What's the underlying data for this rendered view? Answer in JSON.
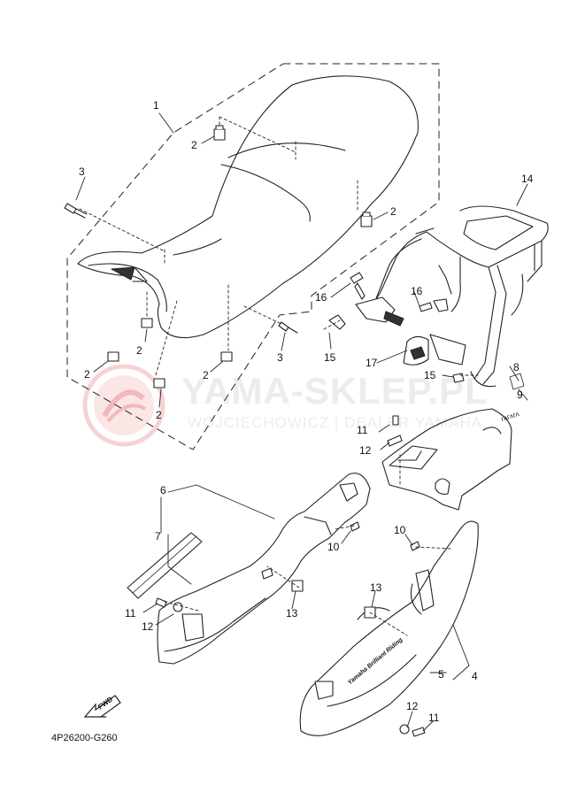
{
  "watermark": {
    "brand": "YAMA-SKLEP.PL",
    "dealer": "WOJCIECHOWICZ | DEALER YAMAHA"
  },
  "drawing_code": "4P26200-G260",
  "fwd_label": "FWD",
  "side_cover_print": "Yamaha Brilliant Riding",
  "callouts": [
    {
      "id": "c1",
      "text": "1"
    },
    {
      "id": "c2a",
      "text": "2"
    },
    {
      "id": "c2b",
      "text": "2"
    },
    {
      "id": "c2c",
      "text": "2"
    },
    {
      "id": "c2d",
      "text": "2"
    },
    {
      "id": "c2e",
      "text": "2"
    },
    {
      "id": "c2f",
      "text": "2"
    },
    {
      "id": "c3a",
      "text": "3"
    },
    {
      "id": "c3b",
      "text": "3"
    },
    {
      "id": "c14",
      "text": "14"
    },
    {
      "id": "c16a",
      "text": "16"
    },
    {
      "id": "c16b",
      "text": "16"
    },
    {
      "id": "c15a",
      "text": "15"
    },
    {
      "id": "c15b",
      "text": "15"
    },
    {
      "id": "c17",
      "text": "17"
    },
    {
      "id": "c8",
      "text": "8"
    },
    {
      "id": "c9",
      "text": "9"
    },
    {
      "id": "c11a",
      "text": "11"
    },
    {
      "id": "c12a",
      "text": "12"
    },
    {
      "id": "c6",
      "text": "6"
    },
    {
      "id": "c7",
      "text": "7"
    },
    {
      "id": "c10a",
      "text": "10"
    },
    {
      "id": "c10b",
      "text": "10"
    },
    {
      "id": "c11b",
      "text": "11"
    },
    {
      "id": "c12b",
      "text": "12"
    },
    {
      "id": "c13a",
      "text": "13"
    },
    {
      "id": "c13b",
      "text": "13"
    },
    {
      "id": "c5",
      "text": "5"
    },
    {
      "id": "c4",
      "text": "4"
    },
    {
      "id": "c12c",
      "text": "12"
    },
    {
      "id": "c11c",
      "text": "11"
    }
  ]
}
